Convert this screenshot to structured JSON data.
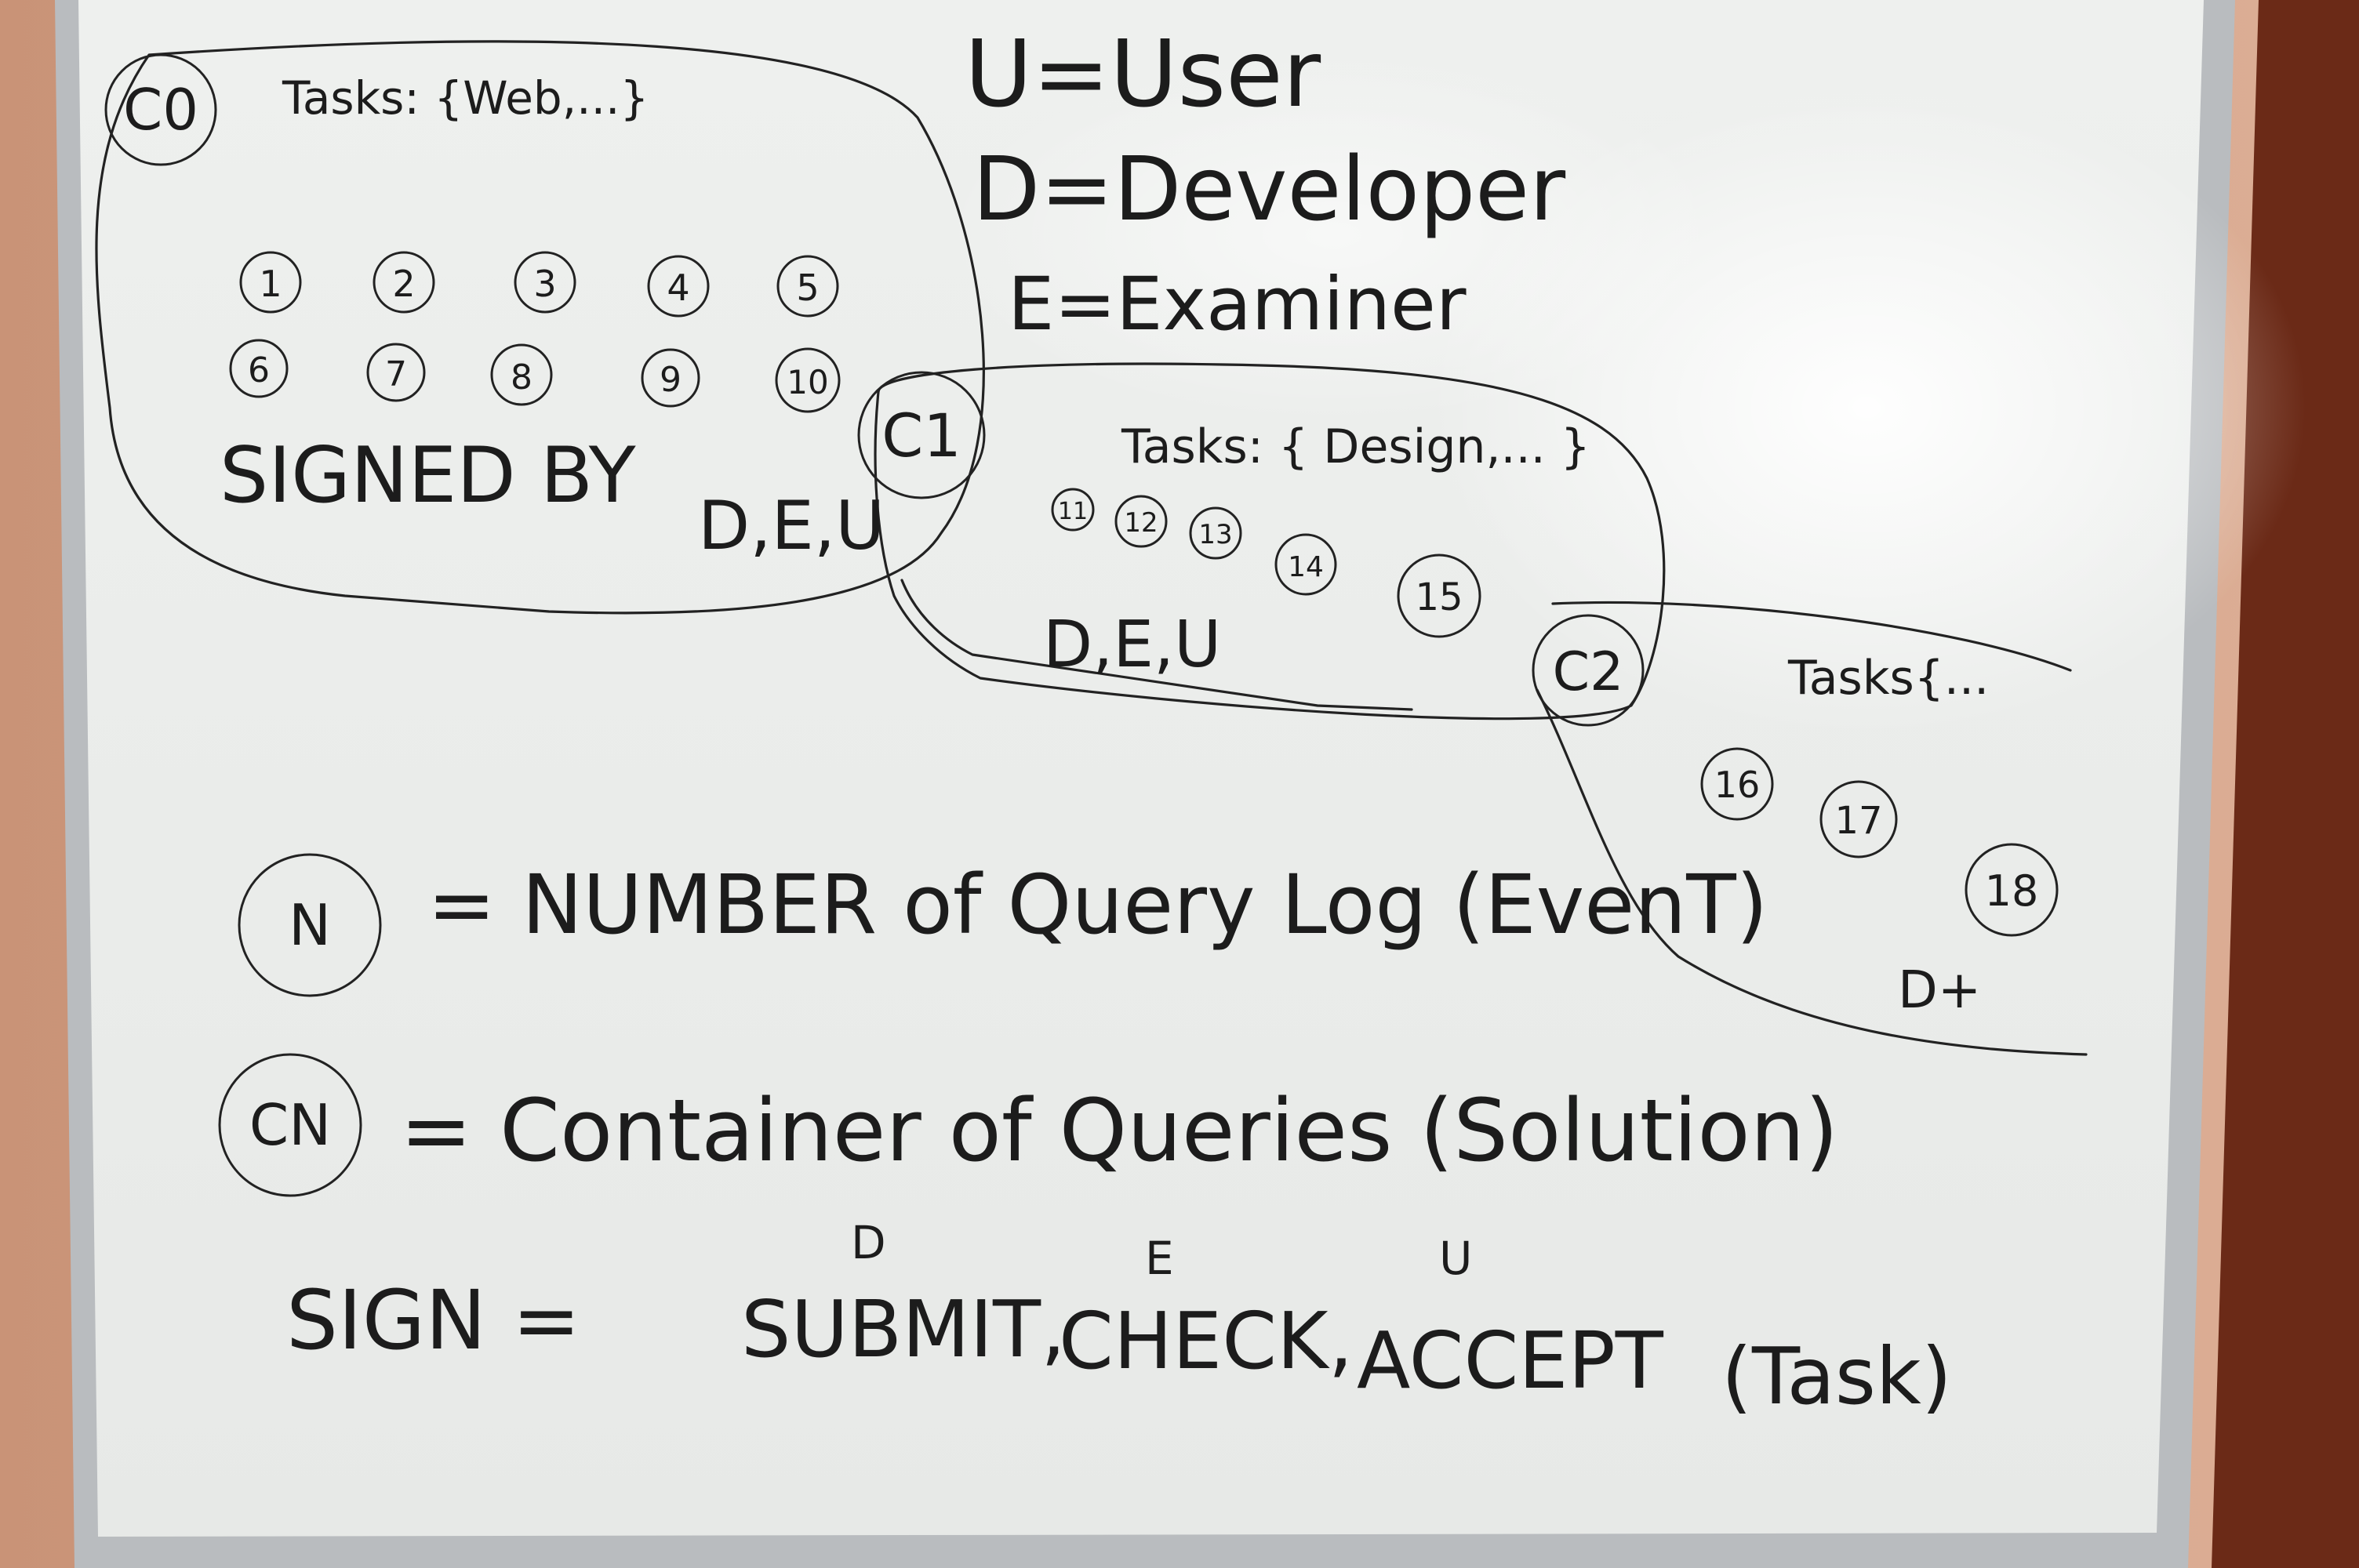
{
  "legend": {
    "u": "U=User",
    "d": "D=Developer",
    "e": "E=Examiner"
  },
  "container_c0": {
    "badge": "C0",
    "tasks": "Tasks: {Web,...}",
    "queries": [
      "1",
      "2",
      "3",
      "4",
      "5",
      "6",
      "7",
      "8",
      "9",
      "10"
    ],
    "signed_label": "SIGNED BY",
    "signers": "D,E,U"
  },
  "container_c1": {
    "badge": "C1",
    "tasks": "Tasks: { Design,... }",
    "queries": [
      "11",
      "12",
      "13",
      "14",
      "15"
    ],
    "signers": "D,E,U"
  },
  "container_c2": {
    "badge": "C2",
    "tasks": "Tasks{...",
    "queries": [
      "16",
      "17",
      "18"
    ],
    "signers": "D+"
  },
  "definitions": {
    "n_symbol": "N",
    "n_meaning": "= NUMBER of Query Log (EvenT)",
    "cn_symbol": "CN",
    "cn_meaning": "= Container of Queries (Solution)",
    "sign_label": "SIGN =",
    "sign_submit": "SUBMIT,",
    "sign_check": "CHECK,",
    "sign_accept": "ACCEPT",
    "sign_task": "(Task)",
    "over_submit": "D",
    "over_check": "E",
    "over_accept": "U"
  },
  "colors": {
    "wall": "#d9a88c",
    "board": "#f4f5f3",
    "frame": "#b9bcbf",
    "ink": "#1c1c1c",
    "wood": "#6b2a17"
  }
}
